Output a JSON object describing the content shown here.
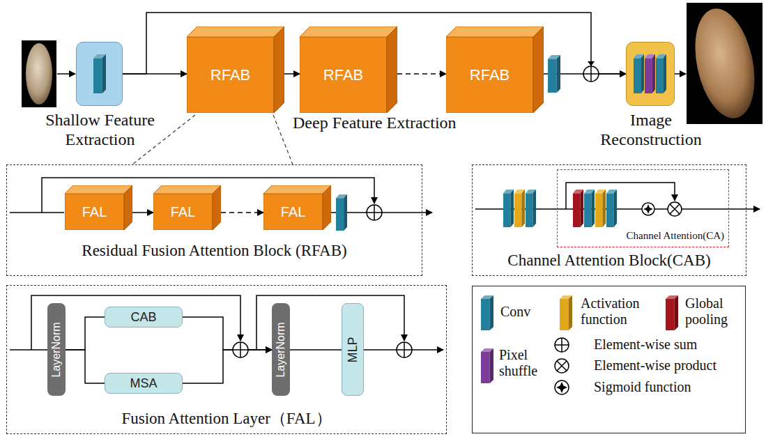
{
  "diagram": {
    "nodes": [
      {
        "text": [
          "Shallow Feature Extraction"
        ]
      },
      {
        "text": [
          "RFAB"
        ]
      },
      {
        "text": [
          "RFAB"
        ]
      },
      {
        "text": [
          "RFAB"
        ]
      },
      {
        "text": [
          "Image Reconstruction"
        ]
      },
      {
        "text": [
          "Residual Fusion Attention Block (RFAB)"
        ]
      },
      {
        "text": [
          "FAL"
        ],
        "in": 5
      },
      {
        "text": [
          "FAL"
        ],
        "in": 5
      },
      {
        "text": [
          "FAL"
        ],
        "in": 5
      },
      {
        "text": [
          "Channel Attention Block(CAB)"
        ]
      },
      {
        "text": [
          "Channel Attention(CA)"
        ],
        "in": 9
      },
      {
        "text": [
          "Fusion Attention Layer（FAL）"
        ]
      },
      {
        "text": [
          "LayerNorm"
        ],
        "in": 11
      },
      {
        "text": [
          "CAB"
        ],
        "in": 11
      },
      {
        "text": [
          "MSA"
        ],
        "in": 11
      },
      {
        "text": [
          "LayerNorm"
        ],
        "in": 11
      },
      {
        "text": [
          "MLP"
        ],
        "in": 11
      }
    ],
    "edges": [
      {
        "from": 0,
        "to": 1,
        "arrow": "to"
      },
      {
        "from": 1,
        "to": 2,
        "arrow": "to"
      },
      {
        "from": 2,
        "to": 3,
        "arrow": "to"
      },
      {
        "from": 3,
        "to": 4,
        "arrow": "to"
      },
      {
        "from": 0,
        "to": 4,
        "arrow": "to"
      },
      {
        "from": 6,
        "to": 7,
        "arrow": "to"
      },
      {
        "from": 7,
        "to": 8,
        "arrow": "to"
      },
      {
        "from": 12,
        "to": 13,
        "arrow": "none"
      },
      {
        "from": 12,
        "to": 14,
        "arrow": "none"
      },
      {
        "from": 13,
        "to": 15,
        "arrow": "to"
      },
      {
        "from": 14,
        "to": 15,
        "arrow": "to"
      },
      {
        "from": 15,
        "to": 16,
        "arrow": "none"
      }
    ],
    "labels": [
      "Deep Feature Extraction"
    ],
    "legend": [
      {
        "text": "Conv",
        "color": "#22809c"
      },
      {
        "text": "Activation function",
        "color": "#e3a91a"
      },
      {
        "text": "Global pooling",
        "color": "#a3141c"
      },
      {
        "text": "Pixel shuffle",
        "color": "#7d3c98"
      },
      {
        "text": "Element-wise sum"
      },
      {
        "text": "Element-wise product"
      },
      {
        "text": "Sigmoid function"
      }
    ]
  }
}
